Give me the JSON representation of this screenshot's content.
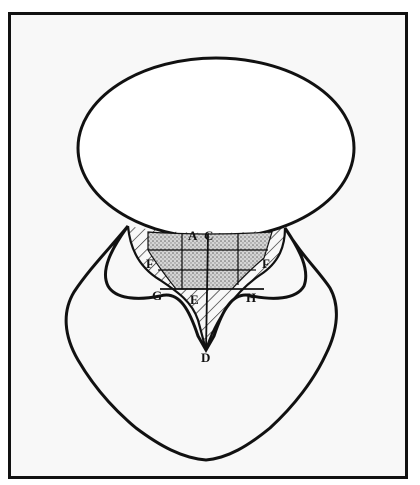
{
  "figure": {
    "labels": {
      "A": "A",
      "C": "C",
      "F_left": "F",
      "F_right": "F",
      "G": "G",
      "E": "E",
      "H": "H",
      "D": "D"
    }
  }
}
